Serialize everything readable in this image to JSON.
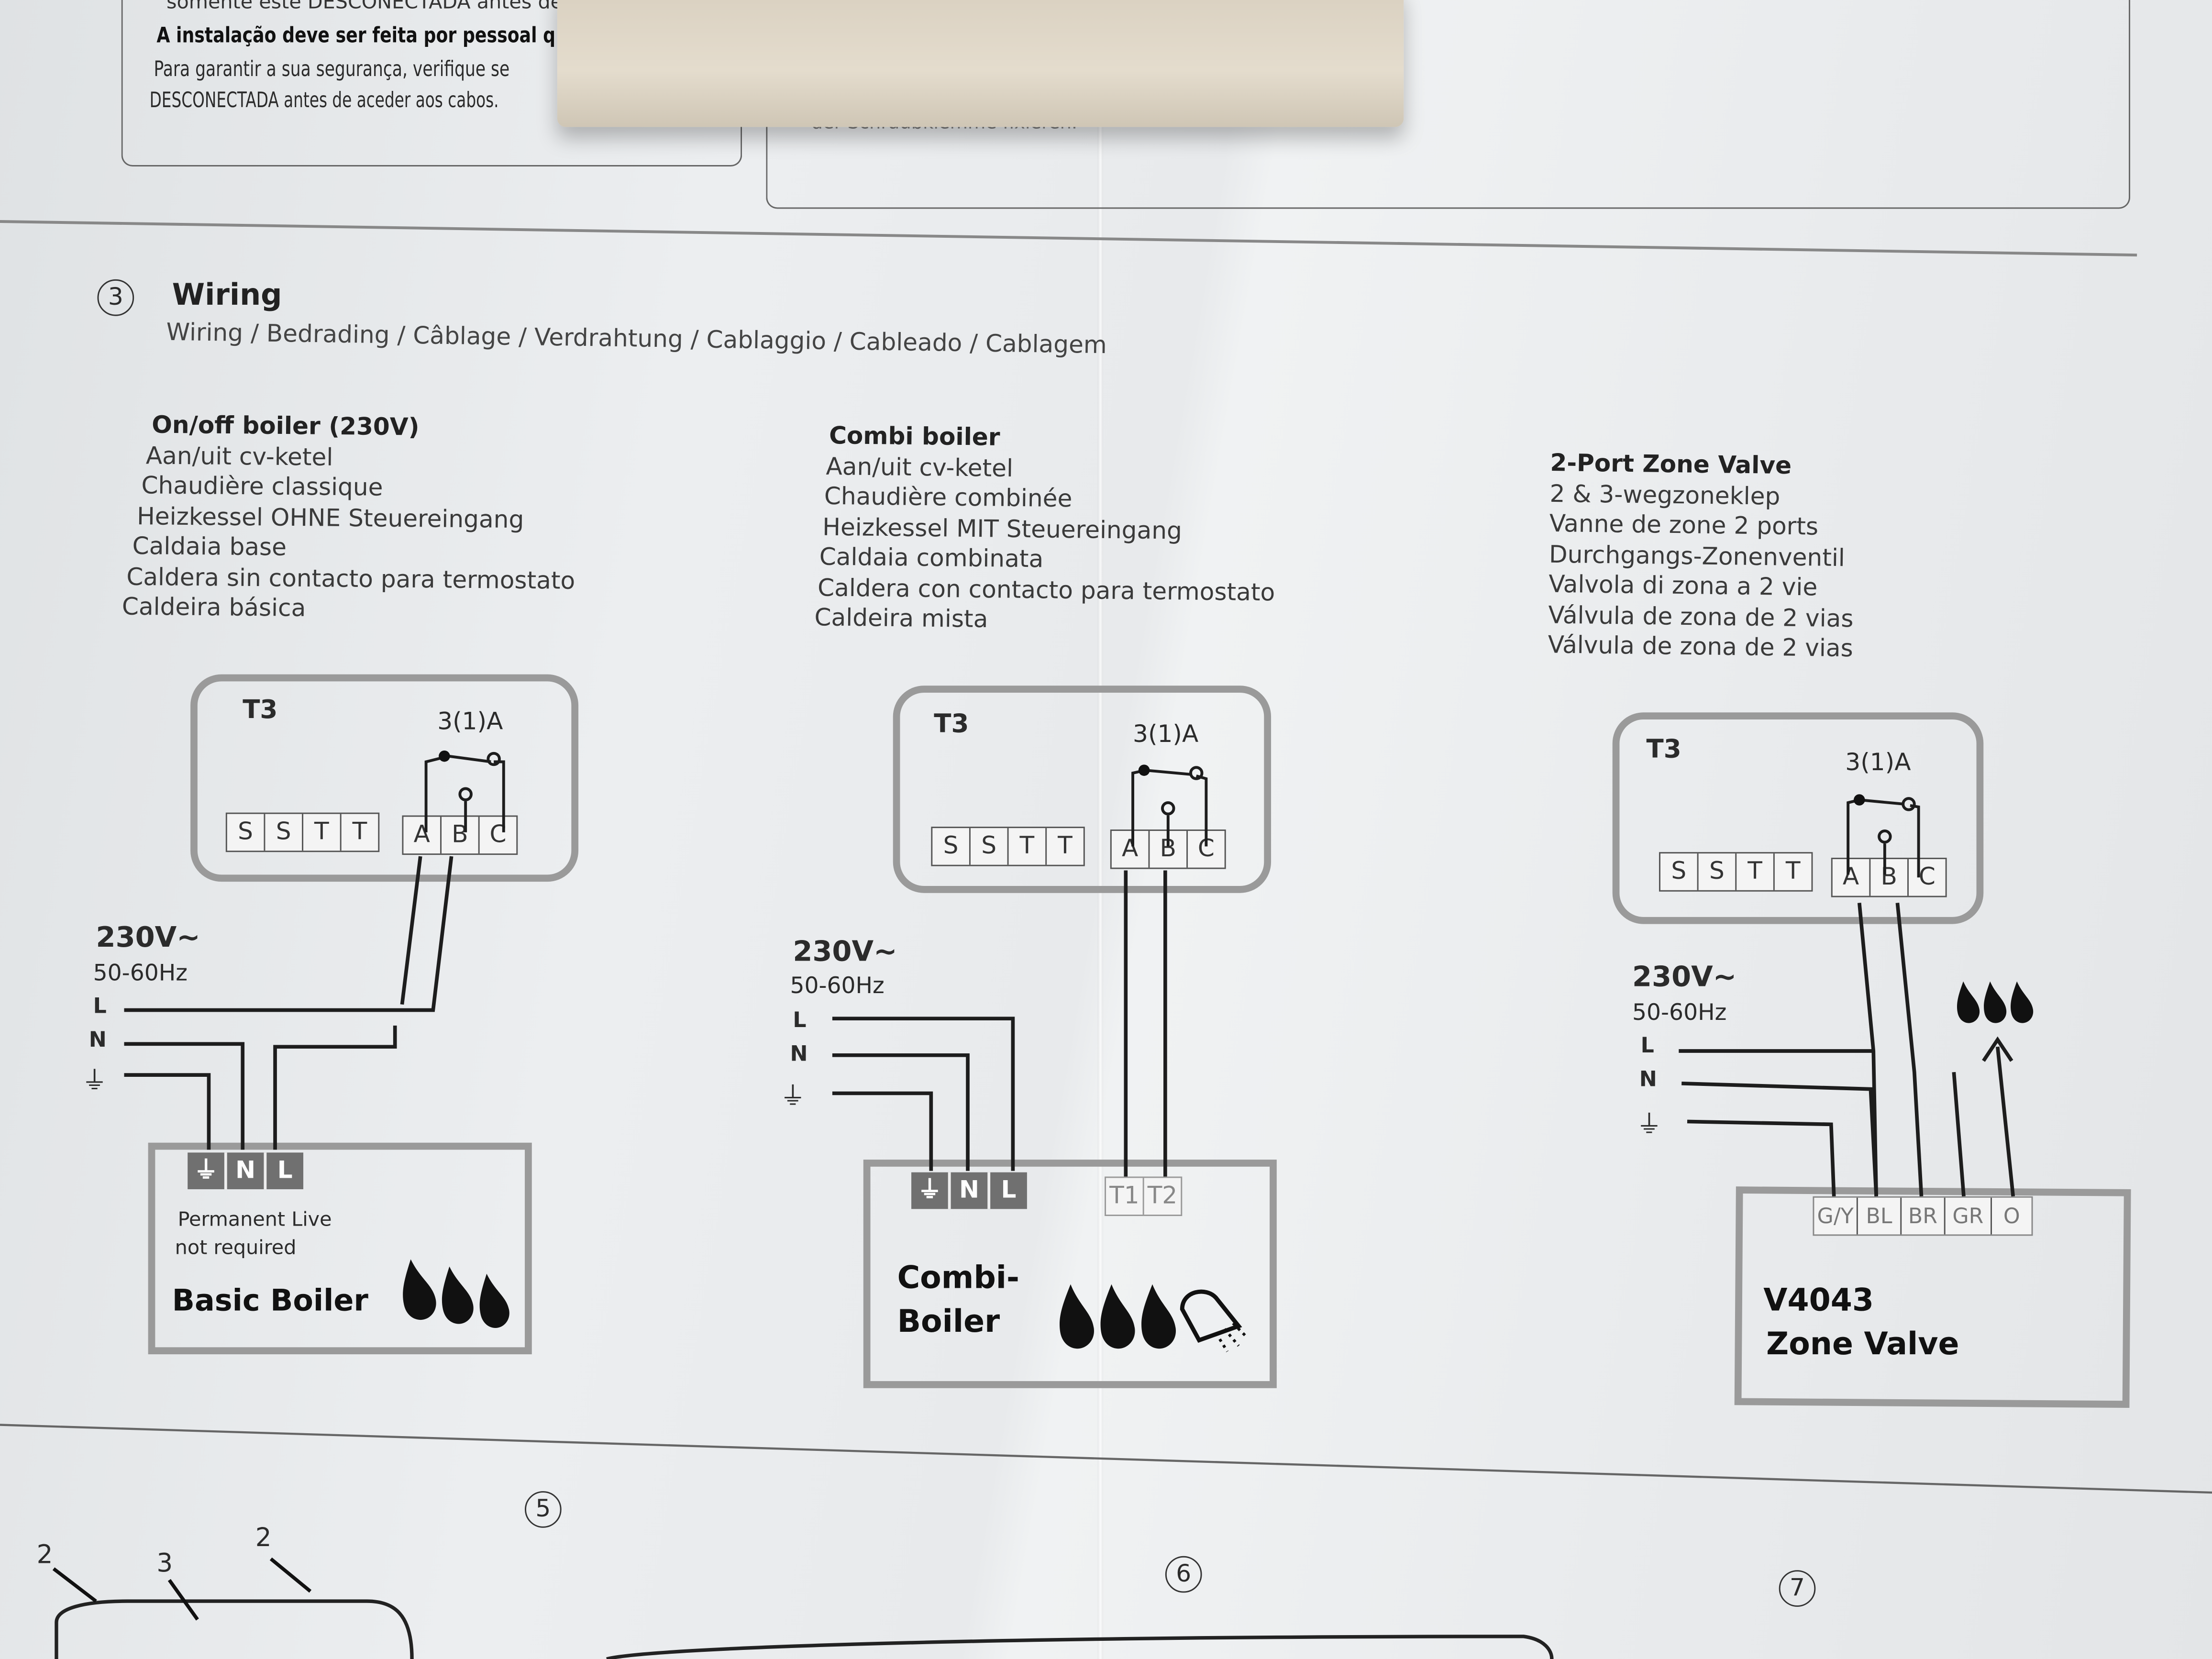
{
  "top_text": {
    "line0": "somente este DESCONECTADA antes de a",
    "bold": "A instalação deve ser feita por pessoal q",
    "line2": "Para garantir a sua segurança, verifique se",
    "line3": "DESCONECTADA antes de aceder aos cabos.",
    "middle": "der Schraubklemme fixieren."
  },
  "section": {
    "number": "3",
    "title": "Wiring",
    "subtitle": "Wiring / Bedrading / Câblage / Verdrahtung / Cablaggio / Cableado / Cablagem"
  },
  "columns": [
    {
      "heading": "On/off boiler (230V)",
      "lines": [
        "Aan/uit cv-ketel",
        "Chaudière classique",
        "Heizkessel OHNE Steuereingang",
        "Caldaia base",
        "Caldera sin contacto para termostato",
        "Caldeira básica"
      ]
    },
    {
      "heading": "Combi boiler",
      "lines": [
        "Aan/uit cv-ketel",
        "Chaudière combinée",
        "Heizkessel MIT Steuereingang",
        "Caldaia combinata",
        "Caldera con contacto para termostato",
        "Caldeira mista"
      ]
    },
    {
      "heading": "2-Port Zone Valve",
      "lines": [
        "2 & 3-wegzoneklep",
        "Vanne de zone 2 ports",
        "Durchgangs-Zonenventil",
        "Valvola di zona a 2 vie",
        "Válvula de zona de 2 vias",
        "Válvula de zona de 2 vias"
      ]
    }
  ],
  "thermostat": {
    "name": "T3",
    "rating": "3(1)A",
    "terminals_left": [
      "S",
      "S",
      "T",
      "T"
    ],
    "terminals_right": [
      "A",
      "B",
      "C"
    ]
  },
  "supply": {
    "voltage": "230V~",
    "frequency": "50-60Hz",
    "L": "L",
    "N": "N",
    "earth": "⏚"
  },
  "diagrams": [
    {
      "terminals": [
        "⏚",
        "N",
        "L"
      ],
      "note1": "Permanent Live",
      "note2": "not required",
      "label": "Basic Boiler"
    },
    {
      "terminals": [
        "⏚",
        "N",
        "L"
      ],
      "terminals2": [
        "T1",
        "T2"
      ],
      "label1": "Combi-",
      "label2": "Boiler"
    },
    {
      "terminals": [
        "G/Y",
        "BL",
        "BR",
        "GR",
        "O"
      ],
      "label1": "V4043",
      "label2": "Zone Valve"
    }
  ],
  "bottom": {
    "step5": "5",
    "step6": "6",
    "step7": "7",
    "callouts": [
      "2",
      "3",
      "2"
    ]
  },
  "icons": [
    "flame-icon",
    "shower-icon",
    "earth-icon",
    "arrow-up-icon",
    "switch-contact-icon"
  ]
}
